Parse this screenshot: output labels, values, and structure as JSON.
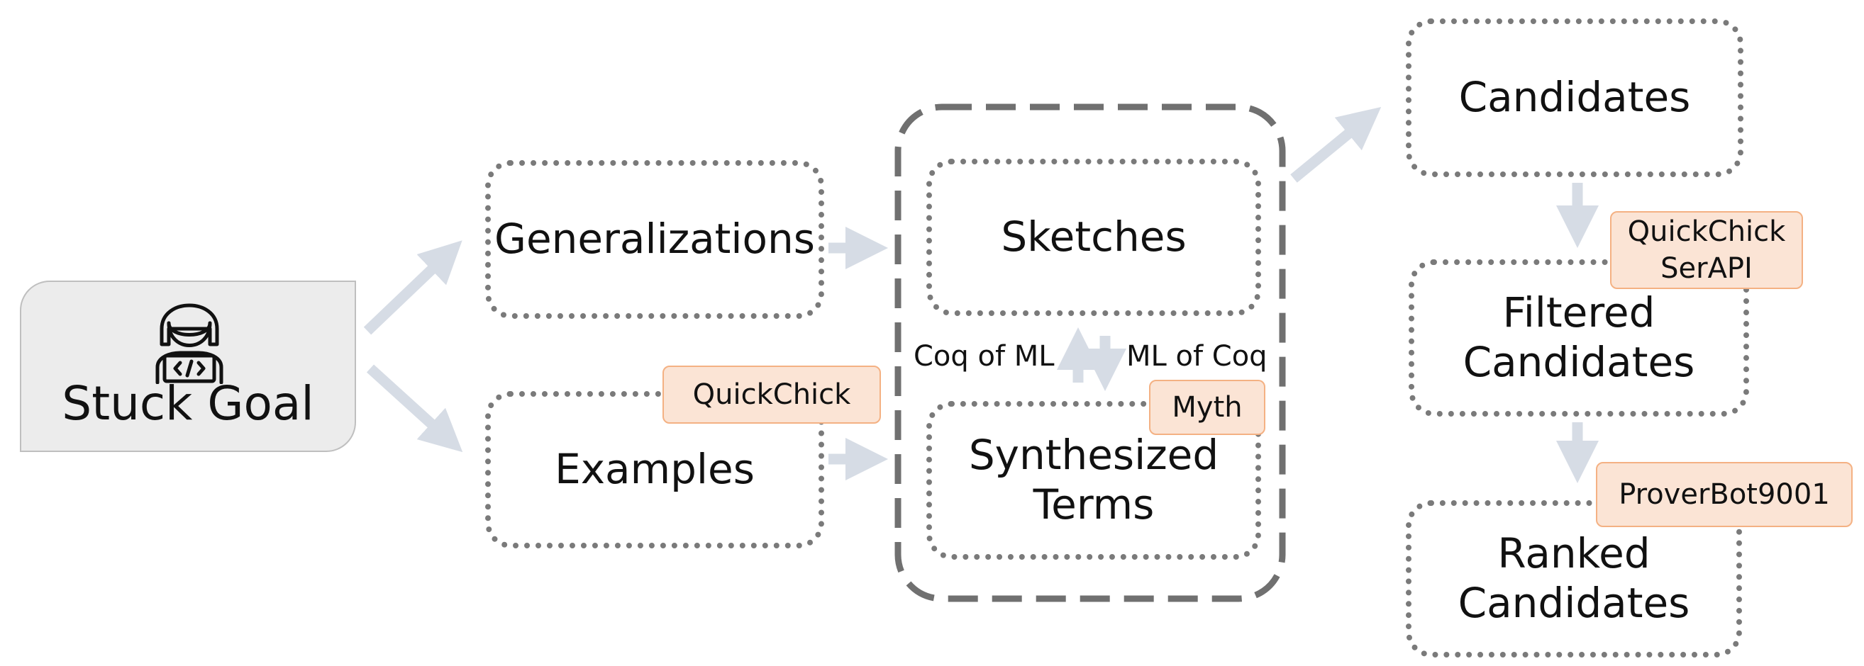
{
  "nodes": {
    "stuck_goal": "Stuck Goal",
    "generalizations": "Generalizations",
    "examples": "Examples",
    "sketches": "Sketches",
    "synthesized_terms": "Synthesized\nTerms",
    "candidates": "Candidates",
    "filtered_candidates": "Filtered\nCandidates",
    "ranked_candidates": "Ranked\nCandidates"
  },
  "tags": {
    "quickchick_examples": "QuickChick",
    "myth": "Myth",
    "quickchick_serapi": "QuickChick\nSerAPI",
    "proverbot": "ProverBot9001"
  },
  "edge_labels": {
    "coq_of_ml": "Coq of ML",
    "ml_of_coq": "ML of Coq"
  },
  "colors": {
    "arrow": "#d6dce5",
    "dotted_border": "#7a7a7a",
    "dashed_border": "#707070",
    "tag_fill": "#fbe4d5",
    "tag_border": "#f4b183",
    "stuck_fill": "#ececec"
  },
  "icons": {
    "user": "developer-icon"
  }
}
